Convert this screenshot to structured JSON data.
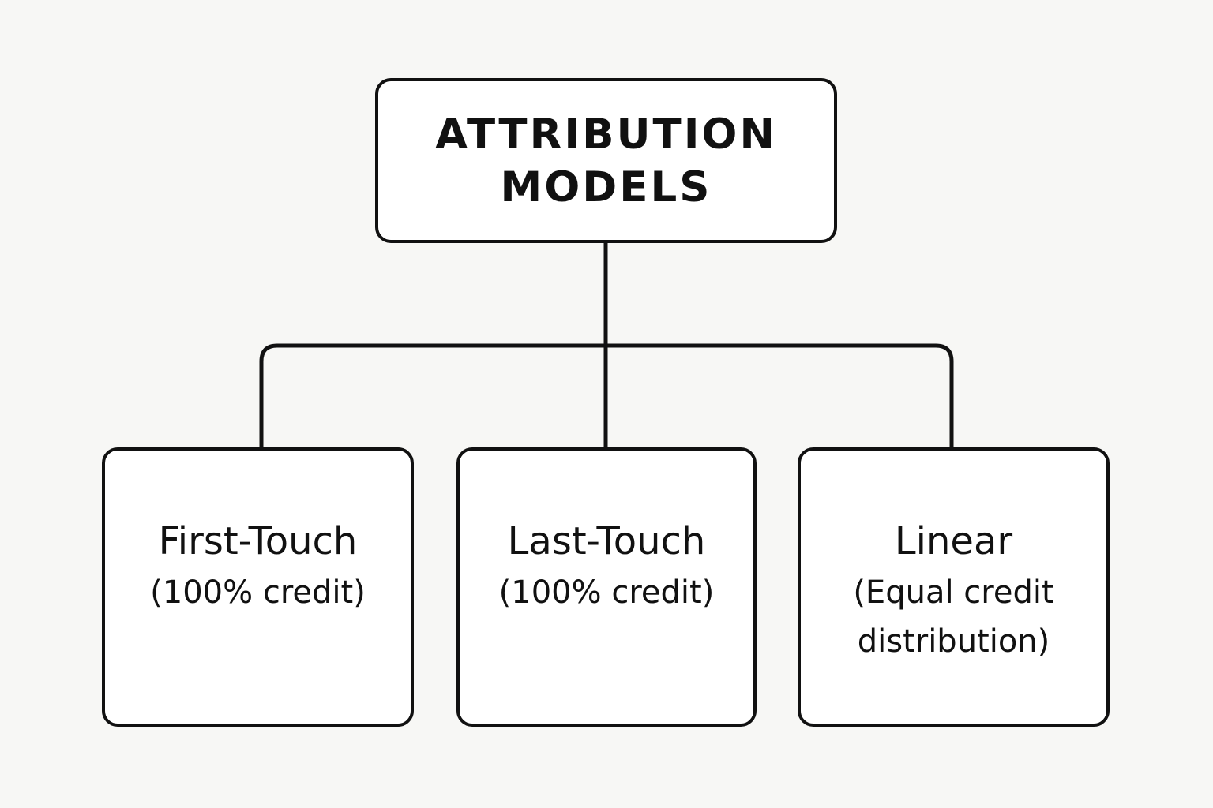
{
  "root": {
    "line1": "ATTRIBUTION",
    "line2": "MODELS"
  },
  "children": [
    {
      "title": "First-Touch",
      "description": [
        "(100% credit)"
      ]
    },
    {
      "title": "Last-Touch",
      "description": [
        "(100% credit)"
      ]
    },
    {
      "title": "Linear",
      "description": [
        "(Equal credit",
        "distribution)"
      ]
    }
  ],
  "colors": {
    "background": "#f7f7f5",
    "stroke": "#111111",
    "box_fill": "#ffffff",
    "text": "#111111"
  }
}
